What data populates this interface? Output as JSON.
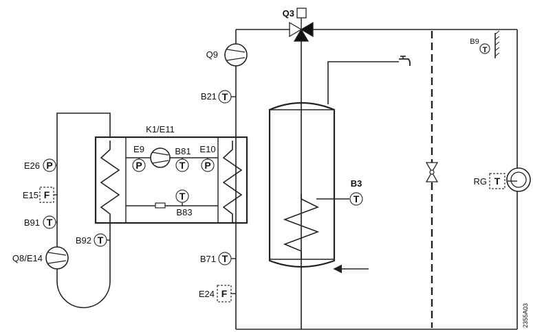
{
  "labels": {
    "q3": "Q3",
    "q9": "Q9",
    "b21": "B21",
    "k1e11": "K1/E11",
    "e9": "E9",
    "b81": "B81",
    "e10": "E10",
    "e26": "E26",
    "e15": "E15",
    "b91": "B91",
    "b92": "B92",
    "q8e14": "Q8/E14",
    "b83": "B83",
    "b71": "B71",
    "e24": "E24",
    "b3": "B3",
    "b9": "B9",
    "rg": "RG"
  },
  "symbols": {
    "temperature": "T",
    "pressure": "P",
    "flow": "F"
  },
  "drawing_code": "2355A03"
}
